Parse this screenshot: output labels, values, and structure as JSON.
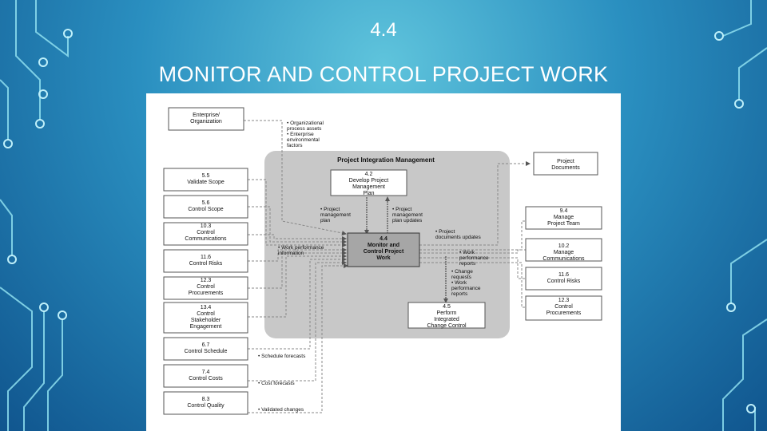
{
  "slide": {
    "number": "4.4",
    "title": "MONITOR AND CONTROL PROJECT WORK"
  },
  "diagram": {
    "group_title": "Project Integration Management",
    "center": "4.4\nMonitor and\nControl Project\nWork",
    "develop_plan": "4.2\nDevelop Project\nManagement\nPlan",
    "perform_icc": "4.5\nPerform\nIntegrated\nChange Control",
    "project_documents": "Project\nDocuments",
    "enterprise": "Enterprise/\nOrganization",
    "left_processes": [
      "5.5\nValidate Scope",
      "5.6\nControl Scope",
      "10.3\nControl\nCommunications",
      "11.6\nControl Risks",
      "12.3\nControl\nProcurements",
      "13.4\nControl\nStakeholder\nEngagement",
      "6.7\nControl Schedule",
      "7.4\nControl Costs",
      "8.3\nControl Quality"
    ],
    "right_processes": [
      "9.4\nManage\nProject Team",
      "10.2\nManage\nCommunications",
      "11.6\nControl Risks",
      "12.3\nControl\nProcurements"
    ],
    "notes": {
      "enterprise_flows": "• Organizational\n  process assets\n• Enterprise\n  environmental\n  factors",
      "plan_to_center": "• Project\n  management\n  plan",
      "center_to_plan": "• Project\n  management\n  plan updates",
      "doc_updates": "• Project\n  documents updates",
      "work_perf_info": "• Work performance\n  information",
      "work_perf_reports": "• Work\n  performance\n  reports",
      "change_reports": "• Change\n  requests\n• Work\n  performance\n  reports",
      "schedule_forecasts": "• Schedule forecasts",
      "cost_forecasts": "• Cost forecasts",
      "validated_changes": "• Validated changes"
    }
  }
}
